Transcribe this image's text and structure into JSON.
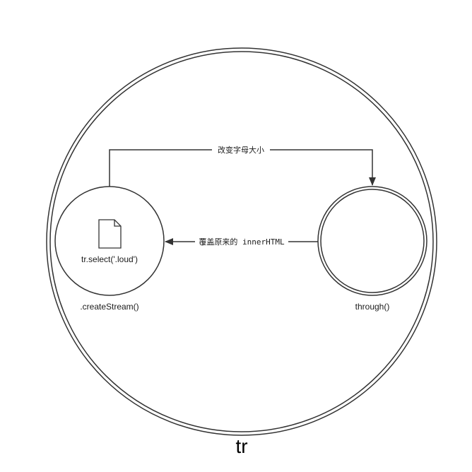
{
  "diagram": {
    "container_label": "tr",
    "nodes": {
      "left": {
        "inner_label": "tr.select('.loud')",
        "caption": ".createStream()",
        "icon": "document-icon"
      },
      "right": {
        "caption": "through()"
      }
    },
    "edges": {
      "top": {
        "label": "改变字母大小",
        "direction": "left-to-right"
      },
      "middle": {
        "label": "覆盖原来的 innerHTML",
        "direction": "right-to-left"
      }
    },
    "colors": {
      "stroke": "#333333",
      "background": "#ffffff",
      "text": "#1a1a1a"
    }
  }
}
